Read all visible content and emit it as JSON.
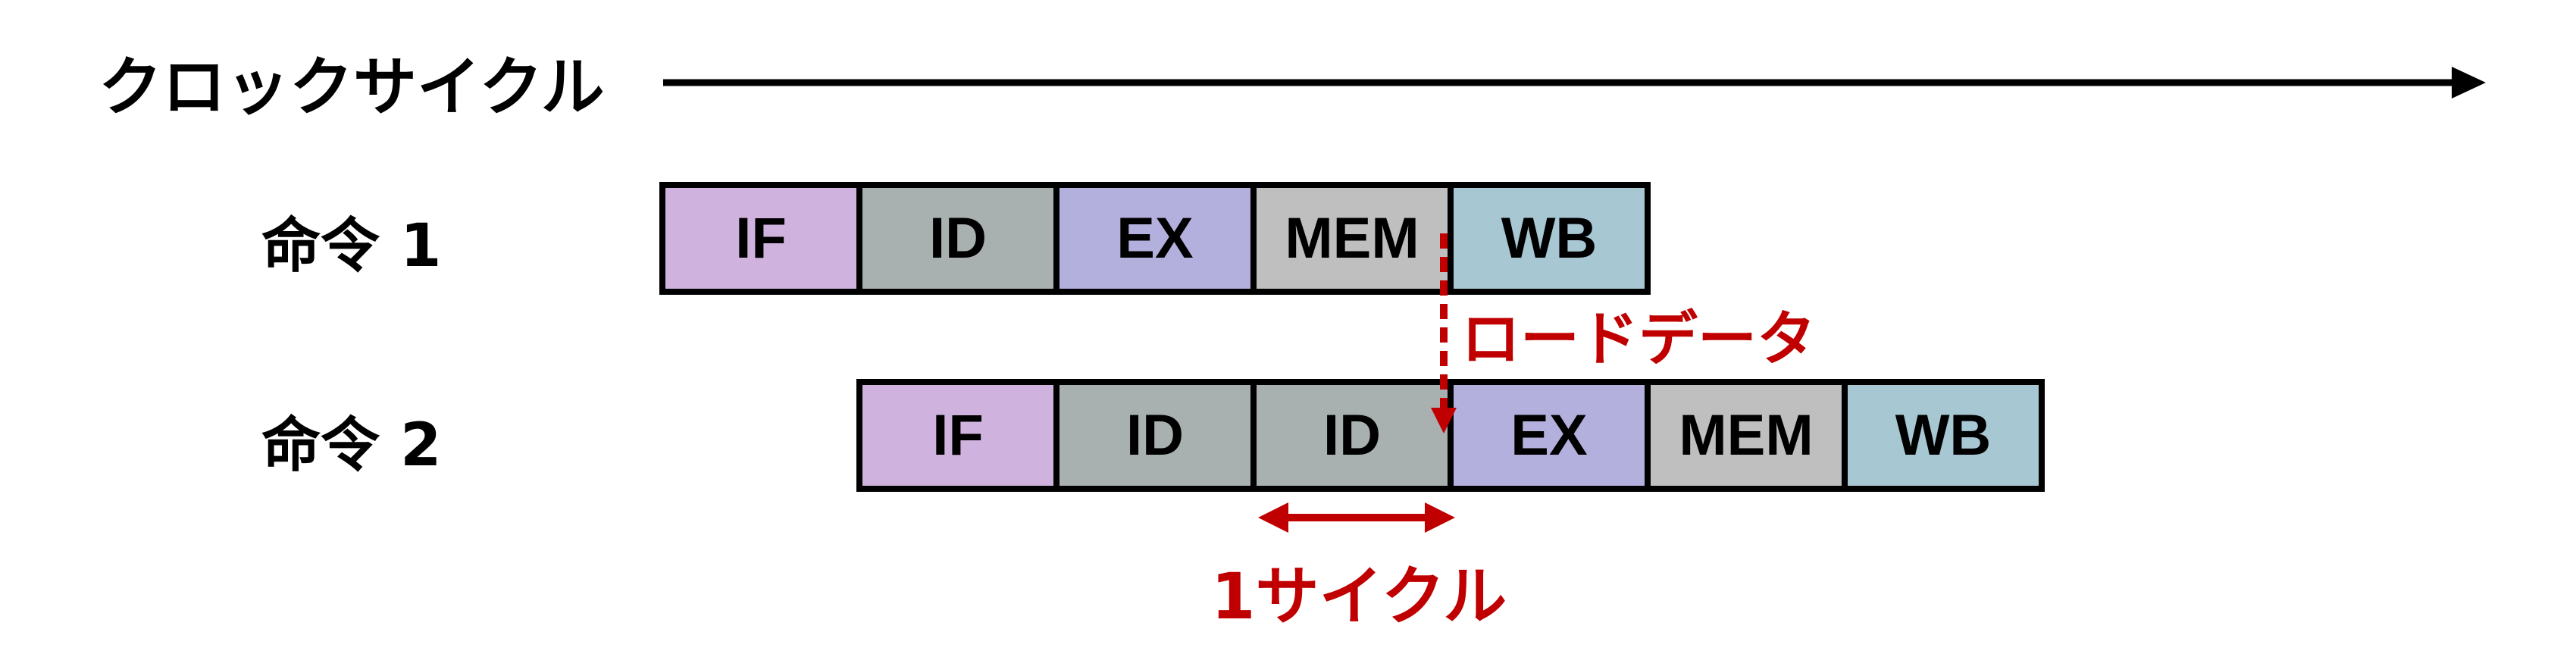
{
  "header": {
    "clock_label": "クロックサイクル"
  },
  "instructions": [
    {
      "label": "命令 1",
      "stages": [
        "IF",
        "ID",
        "EX",
        "MEM",
        "WB"
      ]
    },
    {
      "label": "命令 2",
      "stages": [
        "IF",
        "ID",
        "ID",
        "EX",
        "MEM",
        "WB"
      ]
    }
  ],
  "annotations": {
    "load_data": "ロードデータ",
    "stall": "1サイクル"
  },
  "colors": {
    "IF": "#cfb3de",
    "ID": "#a8b1b0",
    "EX": "#b4b0dd",
    "MEM": "#bfbfbf",
    "WB": "#a7c7d3",
    "accent": "#c00000"
  }
}
